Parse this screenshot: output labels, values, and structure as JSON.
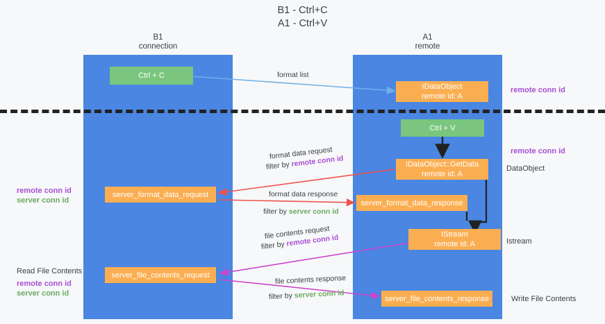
{
  "title": "B1 - Ctrl+C\nA1 - Ctrl+V",
  "columns": {
    "left": "B1\nconnection",
    "right": "A1\nremote"
  },
  "colors": {
    "lane": "#4a86e2",
    "green_box": "#7bc67e",
    "orange_box": "#fbae51",
    "remote_conn_id": "#a84fd4",
    "server_conn_id": "#6aaa64",
    "arrow_blue": "#6fb0e8",
    "arrow_red": "#ef5350",
    "arrow_magenta": "#cc44cc",
    "arrow_black": "#222222",
    "divider": "#222222"
  },
  "boxes": {
    "ctrl_c": "Ctrl + C",
    "ctrl_v": "Ctrl + V",
    "idataobject": "IDataObject\nremote id: A",
    "idataobject_getdata": "IDataObject::GetData\nremote id: A",
    "istream": "IStream\nremote id: A",
    "server_format_data_request": "server_format_data_request",
    "server_format_data_response": "server_format_data_response",
    "server_file_contents_request": "server_file_contents_request",
    "server_file_contents_response": "server_file_contents_response"
  },
  "edge_labels": {
    "format_list": "format list",
    "format_data_request": "format data request",
    "format_data_request_filter_prefix": "filter by ",
    "format_data_request_filter_key": "remote conn id",
    "format_data_response": "format data response",
    "format_data_response_filter_prefix": "filter by ",
    "format_data_response_filter_key": "server conn id",
    "file_contents_request": "file contents request",
    "file_contents_request_filter_prefix": "filter by ",
    "file_contents_request_filter_key": "remote conn id",
    "file_contents_response": "file contents response",
    "file_contents_response_filter_prefix": "filter by ",
    "file_contents_response_filter_key": "server conn id"
  },
  "right_labels": {
    "remote_conn_id_top": "remote conn id",
    "remote_conn_id_mid": "remote conn id",
    "dataobject": "DataObject",
    "istream": "Istream",
    "write_file_contents": "Write File Contents"
  },
  "left_labels": {
    "remote_conn_id": "remote conn id",
    "server_conn_id": "server conn id",
    "read_file_contents": "Read File Contents",
    "remote_conn_id_2": "remote conn id",
    "server_conn_id_2": "server conn id"
  }
}
